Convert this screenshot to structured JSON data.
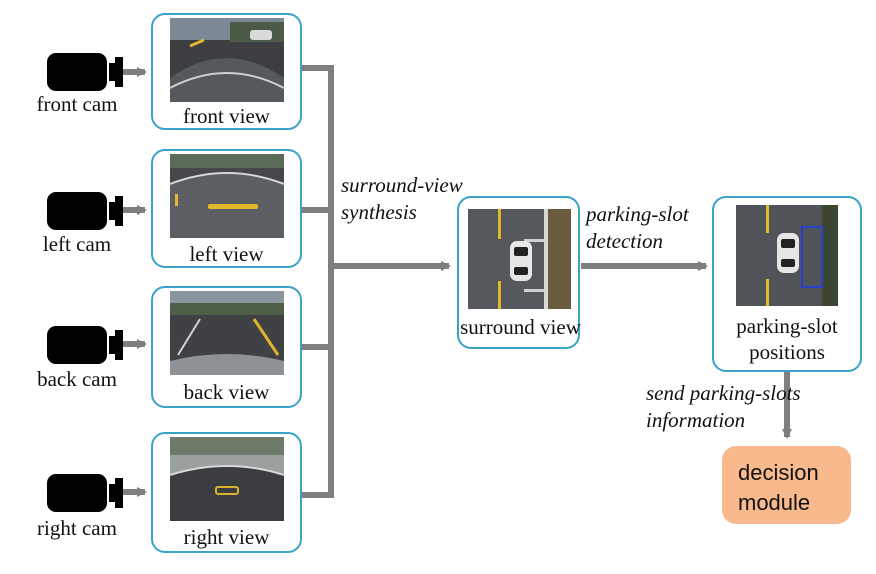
{
  "cameras": [
    {
      "label": "front cam"
    },
    {
      "label": "left cam"
    },
    {
      "label": "back cam"
    },
    {
      "label": "right cam"
    }
  ],
  "views": [
    {
      "label": "front view"
    },
    {
      "label": "left view"
    },
    {
      "label": "back view"
    },
    {
      "label": "right view"
    }
  ],
  "steps": {
    "synthesis": {
      "line1": "surround-view",
      "line2": "synthesis"
    },
    "detection": {
      "line1": "parking-slot",
      "line2": "detection"
    },
    "send": {
      "line1": "send parking-slots",
      "line2": "information"
    }
  },
  "surround": {
    "label": "surround view"
  },
  "positions": {
    "line1": "parking-slot",
    "line2": "positions"
  },
  "decision": {
    "line1": "decision",
    "line2": "module"
  },
  "colors": {
    "box_border": "#3aa3c8",
    "arrow": "#7f7f7f",
    "decision_fill": "#f8b98d",
    "slot_outline": "#2b3fcf"
  }
}
